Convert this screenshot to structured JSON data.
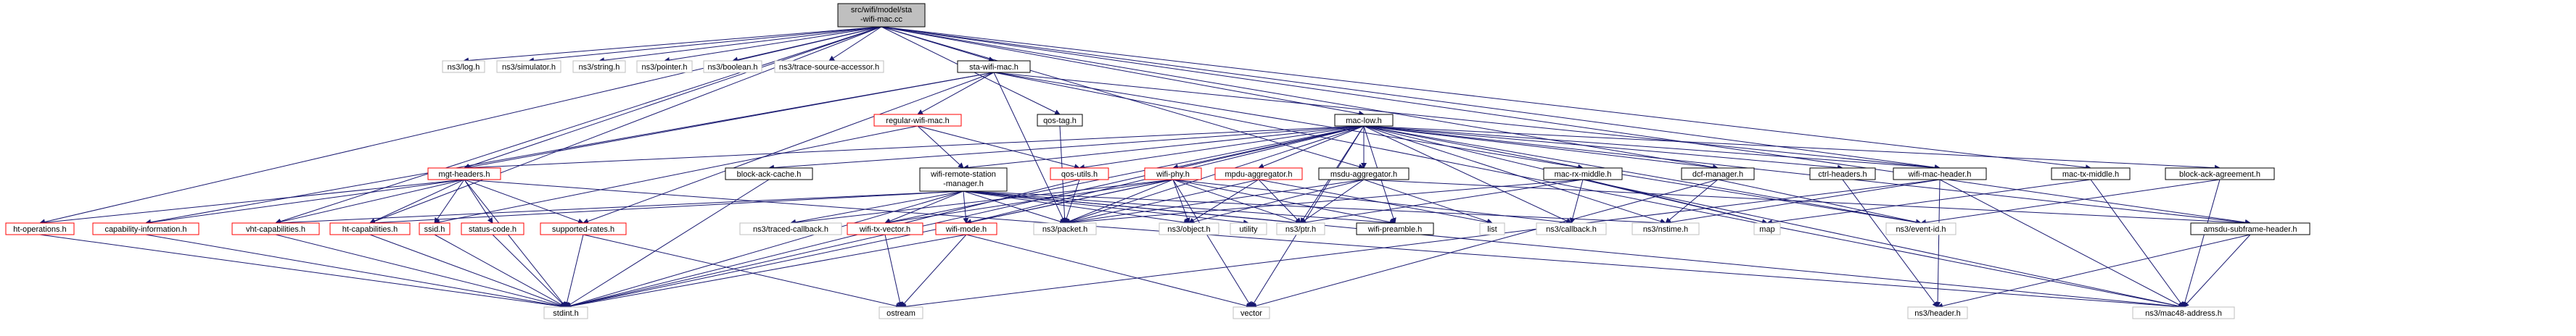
{
  "colors": {
    "root_fill": "#bfbfbf",
    "root_stroke": "#000000",
    "node_fill": "#ffffff",
    "node_stroke": "#000000",
    "lib_stroke": "#bfbfbf",
    "red_stroke": "#ff0000",
    "edge": "#191970"
  },
  "nodes": [
    {
      "id": "root",
      "lines": [
        "src/wifi/model/sta",
        "-wifi-mac.cc"
      ],
      "style": "root"
    },
    {
      "id": "ns3log",
      "lines": [
        "ns3/log.h"
      ],
      "style": "lib"
    },
    {
      "id": "ns3sim",
      "lines": [
        "ns3/simulator.h"
      ],
      "style": "lib"
    },
    {
      "id": "ns3string",
      "lines": [
        "ns3/string.h"
      ],
      "style": "lib"
    },
    {
      "id": "ns3pointer",
      "lines": [
        "ns3/pointer.h"
      ],
      "style": "lib"
    },
    {
      "id": "ns3boolean",
      "lines": [
        "ns3/boolean.h"
      ],
      "style": "lib"
    },
    {
      "id": "ns3trace",
      "lines": [
        "ns3/trace-source-accessor.h"
      ],
      "style": "lib"
    },
    {
      "id": "stawifimac",
      "lines": [
        "sta-wifi-mac.h"
      ],
      "style": "normal"
    },
    {
      "id": "qostag",
      "lines": [
        "qos-tag.h"
      ],
      "style": "normal"
    },
    {
      "id": "regularwifimac",
      "lines": [
        "regular-wifi-mac.h"
      ],
      "style": "red"
    },
    {
      "id": "maclow",
      "lines": [
        "mac-low.h"
      ],
      "style": "normal"
    },
    {
      "id": "mgtheaders",
      "lines": [
        "mgt-headers.h"
      ],
      "style": "red"
    },
    {
      "id": "blockackcache",
      "lines": [
        "block-ack-cache.h"
      ],
      "style": "normal"
    },
    {
      "id": "wifiremote",
      "lines": [
        "wifi-remote-station",
        "-manager.h"
      ],
      "style": "normal"
    },
    {
      "id": "qosutils",
      "lines": [
        "qos-utils.h"
      ],
      "style": "red"
    },
    {
      "id": "wifiphy",
      "lines": [
        "wifi-phy.h"
      ],
      "style": "red"
    },
    {
      "id": "mpduaggregator",
      "lines": [
        "mpdu-aggregator.h"
      ],
      "style": "red"
    },
    {
      "id": "msduaggregator",
      "lines": [
        "msdu-aggregator.h"
      ],
      "style": "normal"
    },
    {
      "id": "macrxmiddle",
      "lines": [
        "mac-rx-middle.h"
      ],
      "style": "normal"
    },
    {
      "id": "dcfmanager",
      "lines": [
        "dcf-manager.h"
      ],
      "style": "normal"
    },
    {
      "id": "ctrlheaders",
      "lines": [
        "ctrl-headers.h"
      ],
      "style": "normal"
    },
    {
      "id": "wifimacheader",
      "lines": [
        "wifi-mac-header.h"
      ],
      "style": "normal"
    },
    {
      "id": "mactxmiddle",
      "lines": [
        "mac-tx-middle.h"
      ],
      "style": "normal"
    },
    {
      "id": "blockackagreement",
      "lines": [
        "block-ack-agreement.h"
      ],
      "style": "normal"
    },
    {
      "id": "htoperations",
      "lines": [
        "ht-operations.h"
      ],
      "style": "red"
    },
    {
      "id": "capabilityinfo",
      "lines": [
        "capability-information.h"
      ],
      "style": "red"
    },
    {
      "id": "vhtcap",
      "lines": [
        "vht-capabilities.h"
      ],
      "style": "red"
    },
    {
      "id": "htcap",
      "lines": [
        "ht-capabilities.h"
      ],
      "style": "red"
    },
    {
      "id": "ssid",
      "lines": [
        "ssid.h"
      ],
      "style": "red"
    },
    {
      "id": "statuscode",
      "lines": [
        "status-code.h"
      ],
      "style": "red"
    },
    {
      "id": "supportedrates",
      "lines": [
        "supported-rates.h"
      ],
      "style": "red"
    },
    {
      "id": "tracedcallback",
      "lines": [
        "ns3/traced-callback.h"
      ],
      "style": "lib"
    },
    {
      "id": "wifitxvector",
      "lines": [
        "wifi-tx-vector.h"
      ],
      "style": "red"
    },
    {
      "id": "wifimode",
      "lines": [
        "wifi-mode.h"
      ],
      "style": "red"
    },
    {
      "id": "ns3packet",
      "lines": [
        "ns3/packet.h"
      ],
      "style": "lib"
    },
    {
      "id": "ns3object",
      "lines": [
        "ns3/object.h"
      ],
      "style": "lib"
    },
    {
      "id": "utility",
      "lines": [
        "utility"
      ],
      "style": "lib"
    },
    {
      "id": "ns3ptr",
      "lines": [
        "ns3/ptr.h"
      ],
      "style": "lib"
    },
    {
      "id": "wifipreamble",
      "lines": [
        "wifi-preamble.h"
      ],
      "style": "normal"
    },
    {
      "id": "list",
      "lines": [
        "list"
      ],
      "style": "lib"
    },
    {
      "id": "ns3callback",
      "lines": [
        "ns3/callback.h"
      ],
      "style": "lib"
    },
    {
      "id": "ns3nstime",
      "lines": [
        "ns3/nstime.h"
      ],
      "style": "lib"
    },
    {
      "id": "map",
      "lines": [
        "map"
      ],
      "style": "lib"
    },
    {
      "id": "ns3eventid",
      "lines": [
        "ns3/event-id.h"
      ],
      "style": "lib"
    },
    {
      "id": "amsdusubframe",
      "lines": [
        "amsdu-subframe-header.h"
      ],
      "style": "normal"
    },
    {
      "id": "stdint",
      "lines": [
        "stdint.h"
      ],
      "style": "lib"
    },
    {
      "id": "ostream",
      "lines": [
        "ostream"
      ],
      "style": "lib"
    },
    {
      "id": "vector",
      "lines": [
        "vector"
      ],
      "style": "lib"
    },
    {
      "id": "ns3header",
      "lines": [
        "ns3/header.h"
      ],
      "style": "lib"
    },
    {
      "id": "ns3mac48",
      "lines": [
        "ns3/mac48-address.h"
      ],
      "style": "lib"
    }
  ],
  "edges": [
    [
      "root",
      "ns3log"
    ],
    [
      "root",
      "ns3sim"
    ],
    [
      "root",
      "ns3string"
    ],
    [
      "root",
      "ns3pointer"
    ],
    [
      "root",
      "ns3boolean"
    ],
    [
      "root",
      "ns3trace"
    ],
    [
      "root",
      "stawifimac"
    ],
    [
      "root",
      "qostag"
    ],
    [
      "root",
      "maclow"
    ],
    [
      "root",
      "mgtheaders"
    ],
    [
      "root",
      "dcfmanager"
    ],
    [
      "root",
      "wifimacheader"
    ],
    [
      "root",
      "mactxmiddle"
    ],
    [
      "root",
      "msduaggregator"
    ],
    [
      "root",
      "htoperations"
    ],
    [
      "root",
      "vhtcap"
    ],
    [
      "root",
      "htcap"
    ],
    [
      "root",
      "amsdusubframe"
    ],
    [
      "stawifimac",
      "regularwifimac"
    ],
    [
      "stawifimac",
      "mgtheaders"
    ],
    [
      "stawifimac",
      "supportedrates"
    ],
    [
      "stawifimac",
      "capabilityinfo"
    ],
    [
      "stawifimac",
      "ns3packet"
    ],
    [
      "stawifimac",
      "ns3tracedcallback_dummy"
    ],
    [
      "stawifimac",
      "ns3eventid"
    ],
    [
      "stawifimac",
      "wifimacheader"
    ],
    [
      "stawifimac",
      "ns3mac48"
    ],
    [
      "qostag",
      "ns3packet"
    ],
    [
      "regularwifimac",
      "wifiremote"
    ],
    [
      "regularwifimac",
      "qosutils"
    ],
    [
      "regularwifimac",
      "ssid"
    ],
    [
      "maclow",
      "mgtheaders"
    ],
    [
      "maclow",
      "blockackcache"
    ],
    [
      "maclow",
      "wifiremote"
    ],
    [
      "maclow",
      "qosutils"
    ],
    [
      "maclow",
      "wifiphy"
    ],
    [
      "maclow",
      "mpduaggregator"
    ],
    [
      "maclow",
      "msduaggregator"
    ],
    [
      "maclow",
      "macrxmiddle"
    ],
    [
      "maclow",
      "dcfmanager"
    ],
    [
      "maclow",
      "ctrlheaders"
    ],
    [
      "maclow",
      "wifimacheader"
    ],
    [
      "maclow",
      "blockackagreement"
    ],
    [
      "maclow",
      "ns3packet"
    ],
    [
      "maclow",
      "ns3nstime"
    ],
    [
      "maclow",
      "map"
    ],
    [
      "maclow",
      "vector"
    ],
    [
      "maclow",
      "ns3eventid"
    ],
    [
      "maclow",
      "wifipreamble"
    ],
    [
      "maclow",
      "wifitxvector"
    ],
    [
      "maclow",
      "wifimode"
    ],
    [
      "maclow",
      "stdint"
    ],
    [
      "maclow",
      "ns3callback"
    ],
    [
      "maclow",
      "ns3ptr"
    ],
    [
      "maclow",
      "amsdusubframe"
    ],
    [
      "mgtheaders",
      "htoperations"
    ],
    [
      "mgtheaders",
      "capabilityinfo"
    ],
    [
      "mgtheaders",
      "vhtcap"
    ],
    [
      "mgtheaders",
      "htcap"
    ],
    [
      "mgtheaders",
      "ssid"
    ],
    [
      "mgtheaders",
      "statuscode"
    ],
    [
      "mgtheaders",
      "supportedrates"
    ],
    [
      "mgtheaders",
      "stdint"
    ],
    [
      "mgtheaders",
      "ns3mac48"
    ],
    [
      "blockackcache",
      "stdint"
    ],
    [
      "wifiremote",
      "tracedcallback"
    ],
    [
      "wifiremote",
      "wifitxvector"
    ],
    [
      "wifiremote",
      "wifimode"
    ],
    [
      "wifiremote",
      "ns3packet"
    ],
    [
      "wifiremote",
      "ns3object"
    ],
    [
      "wifiremote",
      "utility"
    ],
    [
      "wifiremote",
      "ns3ptr"
    ],
    [
      "wifiremote",
      "wifipreamble"
    ],
    [
      "wifiremote",
      "vhtcap"
    ],
    [
      "wifiremote",
      "htcap"
    ],
    [
      "wifiremote",
      "ns3nstime"
    ],
    [
      "wifiremote",
      "ns3mac48"
    ],
    [
      "wifiremote",
      "stdint"
    ],
    [
      "qosutils",
      "ns3packet"
    ],
    [
      "qosutils",
      "stdint"
    ],
    [
      "wifiphy",
      "wifitxvector"
    ],
    [
      "wifiphy",
      "wifimode"
    ],
    [
      "wifiphy",
      "ns3packet"
    ],
    [
      "wifiphy",
      "ns3object"
    ],
    [
      "wifiphy",
      "ns3ptr"
    ],
    [
      "wifiphy",
      "wifipreamble"
    ],
    [
      "wifiphy",
      "ns3callback"
    ],
    [
      "wifiphy",
      "vector"
    ],
    [
      "wifiphy",
      "stdint"
    ],
    [
      "wifiphy",
      "tracedcallback"
    ],
    [
      "mpduaggregator",
      "ns3packet"
    ],
    [
      "mpduaggregator",
      "ns3object"
    ],
    [
      "mpduaggregator",
      "ns3ptr"
    ],
    [
      "mpduaggregator",
      "list"
    ],
    [
      "msduaggregator",
      "ns3packet"
    ],
    [
      "msduaggregator",
      "ns3object"
    ],
    [
      "msduaggregator",
      "ns3ptr"
    ],
    [
      "msduaggregator",
      "list"
    ],
    [
      "msduaggregator",
      "amsdusubframe"
    ],
    [
      "macrxmiddle",
      "ns3packet"
    ],
    [
      "macrxmiddle",
      "ns3callback"
    ],
    [
      "macrxmiddle",
      "ns3ptr"
    ],
    [
      "macrxmiddle",
      "map"
    ],
    [
      "macrxmiddle",
      "ns3mac48"
    ],
    [
      "dcfmanager",
      "ns3nstime"
    ],
    [
      "dcfmanager",
      "ns3eventid"
    ],
    [
      "dcfmanager",
      "vector"
    ],
    [
      "ctrlheaders",
      "ns3header"
    ],
    [
      "wifimacheader",
      "ns3nstime"
    ],
    [
      "wifimacheader",
      "ns3header"
    ],
    [
      "wifimacheader",
      "ns3mac48"
    ],
    [
      "wifimacheader",
      "ostream"
    ],
    [
      "mactxmiddle",
      "map"
    ],
    [
      "mactxmiddle",
      "ns3mac48"
    ],
    [
      "blockackagreement",
      "ns3mac48"
    ],
    [
      "blockackagreement",
      "ns3eventid"
    ],
    [
      "htoperations",
      "stdint"
    ],
    [
      "capabilityinfo",
      "stdint"
    ],
    [
      "vhtcap",
      "stdint"
    ],
    [
      "htcap",
      "stdint"
    ],
    [
      "ssid",
      "stdint"
    ],
    [
      "statuscode",
      "stdint"
    ],
    [
      "supportedrates",
      "stdint"
    ],
    [
      "supportedrates",
      "ostream"
    ],
    [
      "wifitxvector",
      "ostream"
    ],
    [
      "wifimode",
      "ostream"
    ],
    [
      "wifimode",
      "stdint"
    ],
    [
      "wifimode",
      "vector"
    ],
    [
      "amsdusubframe",
      "ns3header"
    ],
    [
      "amsdusubframe",
      "ns3mac48"
    ]
  ]
}
